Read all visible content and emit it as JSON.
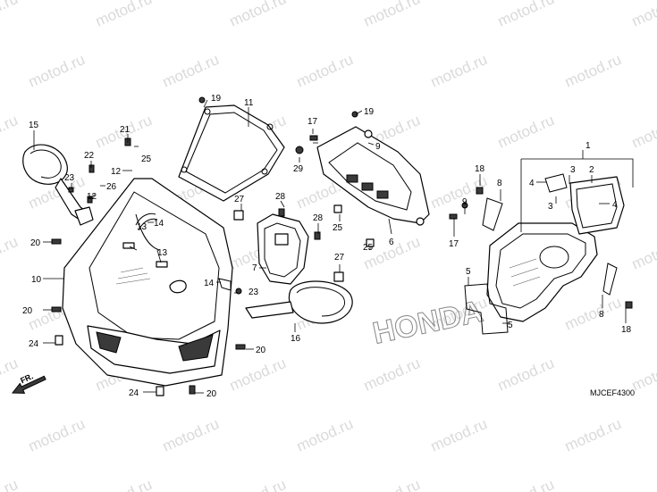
{
  "watermark": "motod.ru",
  "diagram_code": "MJCEF4300",
  "direction_label": "FR.",
  "brand_mark": "HONDA",
  "part_labels": {
    "p1": "1",
    "p2": "2",
    "p3a": "3",
    "p3b": "3",
    "p4a": "4",
    "p4b": "4",
    "p5a": "5",
    "p5b": "5",
    "p6": "6",
    "p7": "7",
    "p8a": "8",
    "p8b": "8",
    "p9a": "9",
    "p9b": "9",
    "p10": "10",
    "p11": "11",
    "p12a": "12",
    "p12b": "12",
    "p13a": "13",
    "p13b": "13",
    "p14a": "14",
    "p14b": "14",
    "p15": "15",
    "p16": "16",
    "p17a": "17",
    "p17b": "17",
    "p18a": "18",
    "p18b": "18",
    "p19a": "19",
    "p19b": "19",
    "p20a": "20",
    "p20b": "20",
    "p20c": "20",
    "p20d": "20",
    "p21": "21",
    "p22": "22",
    "p23a": "23",
    "p23b": "23",
    "p24a": "24",
    "p24b": "24",
    "p25a": "25",
    "p25b": "25",
    "p25c": "25",
    "p26": "26",
    "p27a": "27",
    "p27b": "27",
    "p28a": "28",
    "p28b": "28",
    "p29": "29"
  }
}
